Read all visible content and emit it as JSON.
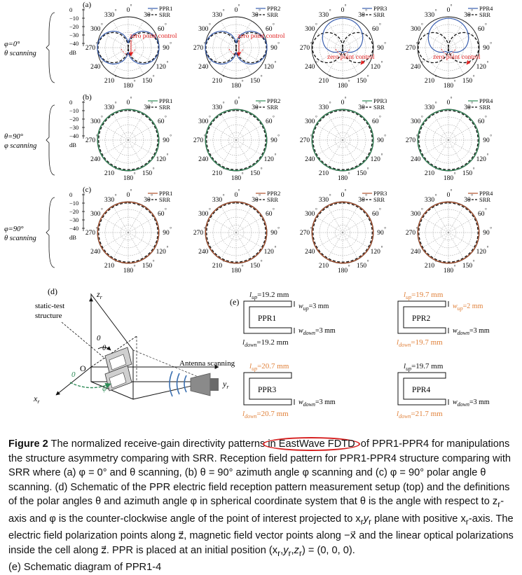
{
  "radial_axis": {
    "unit": "dB",
    "ticks": [
      "0",
      "−10",
      "−20",
      "−30",
      "−40"
    ]
  },
  "angle_labels": [
    "0",
    "30",
    "60",
    "90",
    "120",
    "150",
    "180",
    "210",
    "240",
    "270",
    "300",
    "330"
  ],
  "rows": [
    {
      "label": "(a)",
      "condition_lines": [
        "φ=0°",
        "θ scanning"
      ]
    },
    {
      "label": "(b)",
      "condition_lines": [
        "θ=90°",
        "φ scanning"
      ]
    },
    {
      "label": "(c)",
      "condition_lines": [
        "φ=90°",
        "θ scanning"
      ]
    }
  ],
  "annotation_zero_point": "zero point control",
  "legend_srr": "SRR",
  "chart_data": [
    {
      "type": "polar",
      "row": "a",
      "column": 1,
      "series": [
        {
          "name": "PPR1",
          "color": "#3a5fb0",
          "pattern": "dipole_wide"
        },
        {
          "name": "SRR",
          "color": "#111111",
          "pattern": "dipole"
        }
      ],
      "annotation": "zero point control"
    },
    {
      "type": "polar",
      "row": "a",
      "column": 2,
      "series": [
        {
          "name": "PPR2",
          "color": "#3a5fb0",
          "pattern": "dipole_wide"
        },
        {
          "name": "SRR",
          "color": "#111111",
          "pattern": "dipole"
        }
      ],
      "annotation": "zero point control"
    },
    {
      "type": "polar",
      "row": "a",
      "column": 3,
      "series": [
        {
          "name": "PPR3",
          "color": "#3a5fb0",
          "pattern": "upper_half"
        },
        {
          "name": "SRR",
          "color": "#111111",
          "pattern": "dipole"
        }
      ],
      "annotation": "zero point control"
    },
    {
      "type": "polar",
      "row": "a",
      "column": 4,
      "series": [
        {
          "name": "PPR4",
          "color": "#3a5fb0",
          "pattern": "upper_half"
        },
        {
          "name": "SRR",
          "color": "#111111",
          "pattern": "dipole"
        }
      ],
      "annotation": "zero point control"
    },
    {
      "type": "polar",
      "row": "b",
      "column": 1,
      "series": [
        {
          "name": "PPR1",
          "color": "#2e8b57",
          "pattern": "circle"
        },
        {
          "name": "SRR",
          "color": "#111111",
          "pattern": "circle"
        }
      ]
    },
    {
      "type": "polar",
      "row": "b",
      "column": 2,
      "series": [
        {
          "name": "PPR2",
          "color": "#2e8b57",
          "pattern": "circle"
        },
        {
          "name": "SRR",
          "color": "#111111",
          "pattern": "circle"
        }
      ]
    },
    {
      "type": "polar",
      "row": "b",
      "column": 3,
      "series": [
        {
          "name": "PPR3",
          "color": "#2e8b57",
          "pattern": "circle"
        },
        {
          "name": "SRR",
          "color": "#111111",
          "pattern": "circle"
        }
      ]
    },
    {
      "type": "polar",
      "row": "b",
      "column": 4,
      "series": [
        {
          "name": "PPR4",
          "color": "#2e8b57",
          "pattern": "circle"
        },
        {
          "name": "SRR",
          "color": "#111111",
          "pattern": "circle"
        }
      ]
    },
    {
      "type": "polar",
      "row": "c",
      "column": 1,
      "series": [
        {
          "name": "PPR1",
          "color": "#b0502a",
          "pattern": "circle"
        },
        {
          "name": "SRR",
          "color": "#111111",
          "pattern": "circle"
        }
      ]
    },
    {
      "type": "polar",
      "row": "c",
      "column": 2,
      "series": [
        {
          "name": "PPR2",
          "color": "#b0502a",
          "pattern": "circle"
        },
        {
          "name": "SRR",
          "color": "#111111",
          "pattern": "circle"
        }
      ]
    },
    {
      "type": "polar",
      "row": "c",
      "column": 3,
      "series": [
        {
          "name": "PPR3",
          "color": "#b0502a",
          "pattern": "circle"
        },
        {
          "name": "SRR",
          "color": "#111111",
          "pattern": "circle"
        }
      ]
    },
    {
      "type": "polar",
      "row": "c",
      "column": 4,
      "series": [
        {
          "name": "PPR4",
          "color": "#b0502a",
          "pattern": "circle"
        },
        {
          "name": "SRR",
          "color": "#111111",
          "pattern": "circle"
        }
      ]
    }
  ],
  "panel_d": {
    "label": "(d)",
    "static_test_structure": [
      "static-test",
      "structure"
    ],
    "axes": {
      "z": "z",
      "y": "y",
      "x": "x",
      "sub": "r"
    },
    "origin": "O",
    "theta": "θ",
    "phi": "φ",
    "zero_top": "0",
    "zero_left": "0",
    "antenna": "Antenna scanning"
  },
  "panel_e": {
    "label": "(e)",
    "structures": [
      {
        "name": "PPR1",
        "l_up": "=19.2 mm",
        "w_up": "=3 mm",
        "w_down": "=3 mm",
        "l_down": "=19.2 mm"
      },
      {
        "name": "PPR2",
        "l_up": "=19.7 mm",
        "w_up": "=2 mm",
        "w_down": "=3 mm",
        "l_down": "=19.7 mm"
      },
      {
        "name": "PPR3",
        "l_up": "=20.7 mm",
        "w_down": "=3 mm",
        "l_down": "=20.7 mm"
      },
      {
        "name": "PPR4",
        "l_up": "=19.7 mm",
        "w_down": "=3 mm",
        "l_down": "=21.7 mm"
      }
    ],
    "colors": {
      "normal": "#111111",
      "changed": "#e0813a"
    }
  },
  "caption": {
    "label": "Figure 2",
    "t1": "  The normalized receive-gain directivity patterns",
    "highlight": "in EastWave FDTD",
    "t2": " of PPR1-PPR4 for manipulations the structure asymmetry comparing with SRR. Reception field pattern for PPR1-PPR4 structure comparing with SRR where (a) φ = 0° and θ scanning, (b) θ = 90° azimuth angle φ scanning and (c) φ = 90° polar angle θ scanning. (d) Schematic of the PPR electric field reception pattern measurement setup (top) and the definitions of the polar angles θ and azimuth angle φ in spherical coordinate system that θ is the angle with respect to z",
    "t3": "-axis and φ is the counter-clockwise angle of the point of interest projected to x",
    "t4": " plane with positive x",
    "t5": "-axis. The electric field polarization points along z⃗, magnetic field vector points along −x⃗ and the linear optical polarizations inside the cell along z⃗. PPR is placed at an initial position (x",
    "t6": ") = (0, 0, 0).",
    "t7": "(e) Schematic diagram of PPR1-4",
    "sub_r": "r",
    "comma": ",",
    "r1": "r",
    "r2": "r",
    "r3": "r"
  }
}
